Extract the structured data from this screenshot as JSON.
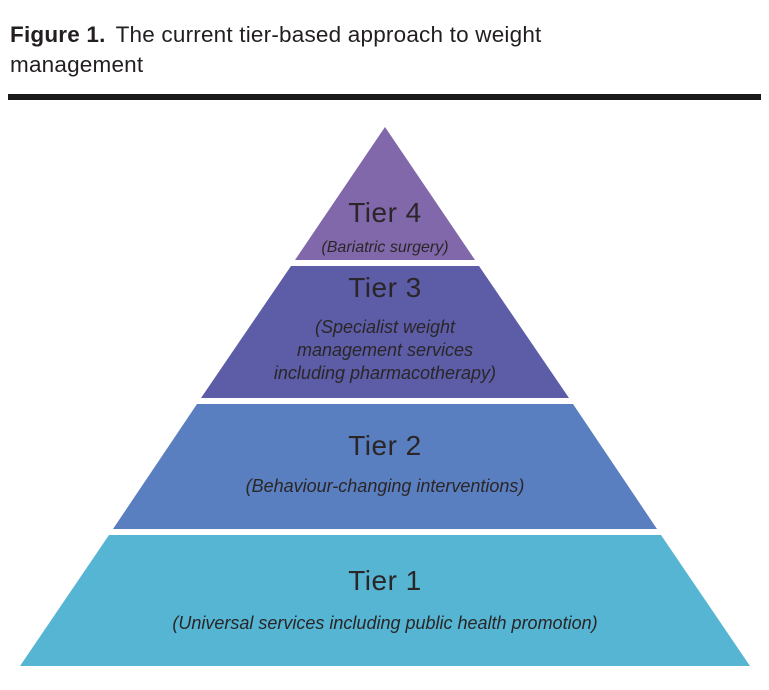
{
  "figure": {
    "label": "Figure 1.",
    "title": "The current tier-based approach to weight management"
  },
  "colors": {
    "rule": "#1a1a1a",
    "text": "#2a2627",
    "background": "#ffffff",
    "tier4": "#8168ab",
    "tier3": "#5c5ca7",
    "tier2": "#5a7fc0",
    "tier1": "#55b5d2"
  },
  "pyramid": {
    "tiers": [
      {
        "id": "tier-4",
        "label": "Tier 4",
        "sublabel": "(Bariatric surgery)",
        "sublines": [
          "(Bariatric surgery)"
        ],
        "color": "#8168ab"
      },
      {
        "id": "tier-3",
        "label": "Tier 3",
        "sublabel": "(Specialist weight management services including pharmacotherapy)",
        "sublines": [
          "(Specialist weight",
          "management services",
          "including pharmacotherapy)"
        ],
        "color": "#5c5ca7"
      },
      {
        "id": "tier-2",
        "label": "Tier 2",
        "sublabel": "(Behaviour-changing interventions)",
        "sublines": [
          "(Behaviour-changing interventions)"
        ],
        "color": "#5a7fc0"
      },
      {
        "id": "tier-1",
        "label": "Tier 1",
        "sublabel": "(Universal services including public health promotion)",
        "sublines": [
          "(Universal services including public health promotion)"
        ],
        "color": "#55b5d2"
      }
    ]
  }
}
